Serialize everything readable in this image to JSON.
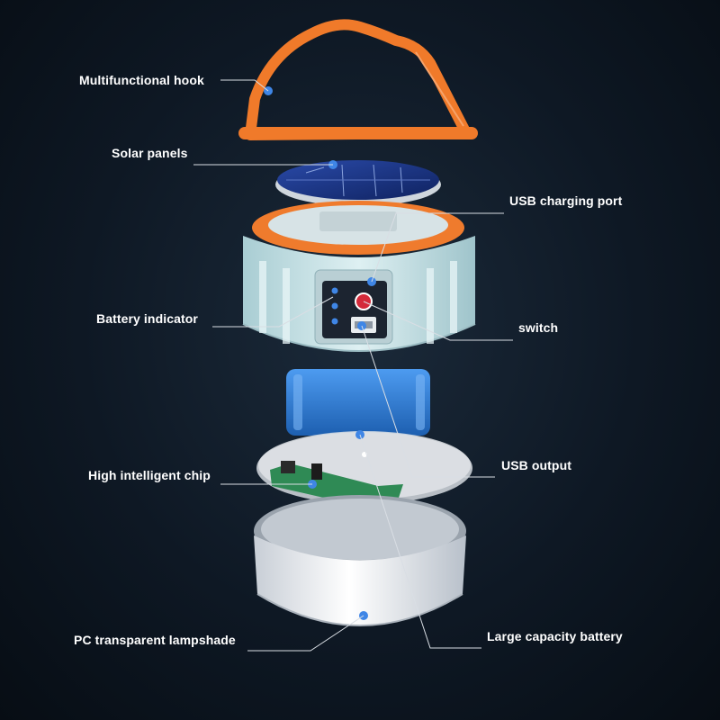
{
  "callouts": {
    "hook": "Multifunctional hook",
    "solar": "Solar panels",
    "usb_port": "USB charging port",
    "battery_indicator": "Battery indicator",
    "switch": "switch",
    "chip": "High intelligent chip",
    "usb_output": "USB output",
    "lampshade": "PC transparent lampshade",
    "battery": "Large capacity battery"
  },
  "colors": {
    "background": "#0e1824",
    "hook": "#f07a2a",
    "housing": "#cde6ea",
    "battery": "#2e7fd6",
    "marker": "#3f86e6",
    "leader": "#d9dee4"
  }
}
